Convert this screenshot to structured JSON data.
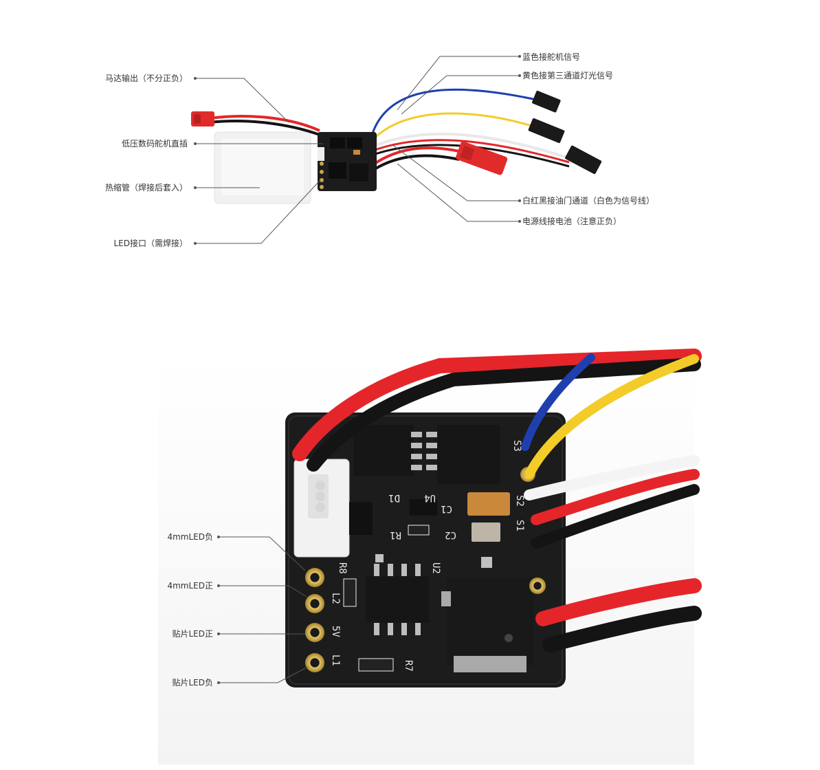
{
  "top_panel": {
    "labels": {
      "motor_output": "马达输出（不分正负）",
      "servo_plug": "低压数码舵机直插",
      "heat_shrink": "热缩管（焊接后套入）",
      "led_port": "LED接口（需焊接）",
      "blue_servo": "蓝色接舵机信号",
      "yellow_light": "黄色接第三通道灯光信号",
      "throttle": "白红黑接油门通道（白色为信号线）",
      "battery": "电源线接电池（注意正负）"
    }
  },
  "bottom_panel": {
    "labels": {
      "led_4mm_neg": "4mmLED负",
      "led_4mm_pos": "4mmLED正",
      "smd_led_pos": "贴片LED正",
      "smd_led_neg": "贴片LED负"
    },
    "silkscreen": [
      "S3",
      "S2",
      "S1",
      "D1",
      "U4",
      "C1",
      "R1",
      "C2",
      "R8",
      "U2",
      "L2",
      "5V",
      "L1",
      "R7"
    ]
  },
  "colors": {
    "pcb": "#1c1c1c",
    "wire_red": "#e4262a",
    "wire_black": "#141414",
    "wire_blue": "#1f3fae",
    "wire_yellow": "#f3cc2a",
    "wire_white": "#f4f4f4",
    "connector_red": "#e12b2b",
    "gold_pad": "#c9a44a"
  }
}
